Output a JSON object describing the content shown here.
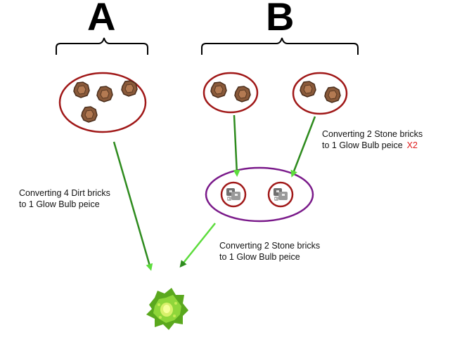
{
  "labels": {
    "group_a": "A",
    "group_b": "B"
  },
  "captions": {
    "dirt_line1": "Converting 4 Dirt bricks",
    "dirt_line2": "to 1 Glow Bulb peice",
    "stone_top_line1": "Converting 2 Stone bricks",
    "stone_top_line2": "to 1 Glow Bulb peice",
    "stone_top_multiplier": "X2",
    "stone_bottom_line1": "Converting 2 Stone bricks",
    "stone_bottom_line2": "to 1 Glow Bulb peice"
  },
  "icons": {
    "dirt_brick": "dirt-brick-icon",
    "stone_brick": "stone-brick-icon",
    "glow_bulb": "glow-bulb-icon"
  },
  "colors": {
    "circle_red": "#a01818",
    "circle_purple": "#7a1a8a",
    "arrow_dark": "#2e8b1e",
    "arrow_light": "#5cdc3c",
    "dirt": "#8b5a3c",
    "stone": "#8a8a8a",
    "glow": "#6cc424",
    "multiplier": "#e01818"
  }
}
